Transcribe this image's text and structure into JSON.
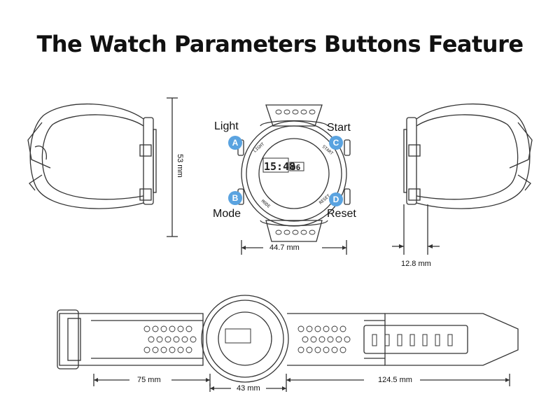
{
  "title": "The Watch Parameters  Buttons Feature",
  "buttons": {
    "light": {
      "label": "Light",
      "badge": "A"
    },
    "mode": {
      "label": "Mode",
      "badge": "B"
    },
    "start": {
      "label": "Start",
      "badge": "C"
    },
    "reset": {
      "label": "Reset",
      "badge": "D"
    }
  },
  "dimensions": {
    "height": "53 mm",
    "width": "44.7 mm",
    "thickness": "12.8 mm",
    "strap_short": "75 mm",
    "case": "43 mm",
    "strap_long": "124.5 mm"
  },
  "face": {
    "time": "15:48",
    "seconds": "06",
    "bezel_light": "LIGHT",
    "bezel_start": "START",
    "bezel_mode": "MODE",
    "bezel_reset": "RESET"
  },
  "colors": {
    "badge": "#5aa3e0",
    "line": "#333333"
  }
}
